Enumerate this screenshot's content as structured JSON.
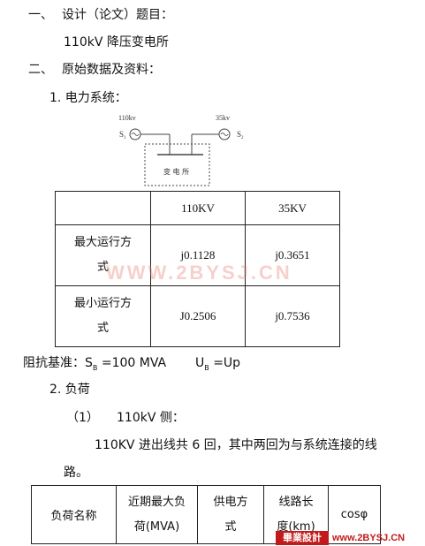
{
  "sec1": {
    "num": "一、",
    "title": "设计（论文）题目：",
    "value": "110kV 降压变电所"
  },
  "sec2": {
    "num": "二、",
    "title": "原始数据及资料："
  },
  "sub1": "1. 电力系统：",
  "diagram": {
    "s1_kv": "110kv",
    "s1": "S",
    "s1_sub": "1",
    "s2_kv": "35kv",
    "s2": "S",
    "s2_sub": "2",
    "box_label": "变 电 所"
  },
  "table1": {
    "headers": [
      "",
      "110KV",
      "35KV"
    ],
    "rows": [
      {
        "label_line1": "最大运行方",
        "label_line2": "式",
        "v1": "j0.1128",
        "v2": "j0.3651"
      },
      {
        "label_line1": "最小运行方",
        "label_line2": "式",
        "v1": "J0.2506",
        "v2": "j0.7536"
      }
    ]
  },
  "impedance": {
    "prefix": "阻抗基准：S",
    "sb_sub": "B",
    "sb_val": " =100 MVA",
    "u": "U",
    "u_sub": "B",
    "u_val": " =Up"
  },
  "sub2": "2. 负荷",
  "sub2_1": {
    "num": "（1）",
    "text": "110kV 侧："
  },
  "para": {
    "line1": "110KV 进出线共 6 回，其中两回为与系统连接的线",
    "line2": "路。"
  },
  "table2": {
    "headers": [
      {
        "l1": "负荷名称",
        "l2": ""
      },
      {
        "l1": "近期最大负",
        "l2": "荷(MVA)"
      },
      {
        "l1": "供电方",
        "l2": "式"
      },
      {
        "l1": "线路长",
        "l2": "度(km)"
      },
      {
        "l1": "cosφ",
        "l2": ""
      }
    ]
  },
  "watermark": "WWW.2BYSJ.CN",
  "brand": {
    "box": "畢業設計",
    "url": "www.2BYSJ.CN"
  }
}
